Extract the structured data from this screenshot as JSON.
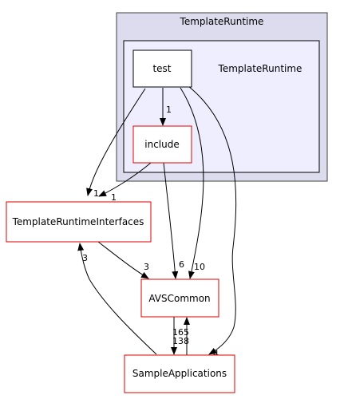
{
  "colors": {
    "outer_cluster_fill": "#dcdcee",
    "outer_cluster_stroke": "#404040",
    "inner_cluster_fill": "#eeeeff",
    "inner_cluster_stroke": "#000000",
    "node_red_stroke": "#e00000",
    "node_black_stroke": "#000000",
    "edge": "#000000"
  },
  "diagram": {
    "outer_cluster_title": "TemplateRuntime",
    "inner_cluster_title": "TemplateRuntime",
    "nodes": {
      "test": "test",
      "include": "include",
      "interfaces": "TemplateRuntimeInterfaces",
      "avscommon": "AVSCommon",
      "sample": "SampleApplications"
    },
    "edge_labels": {
      "test_include": "1",
      "test_interfaces": "1",
      "include_interfaces": "1",
      "interfaces_avscommon": "3",
      "include_avscommon": "6",
      "test_avscommon": "10",
      "test_sample": "4",
      "avscommon_sample": "165",
      "sample_avscommon": "138",
      "sample_interfaces": "3"
    }
  }
}
